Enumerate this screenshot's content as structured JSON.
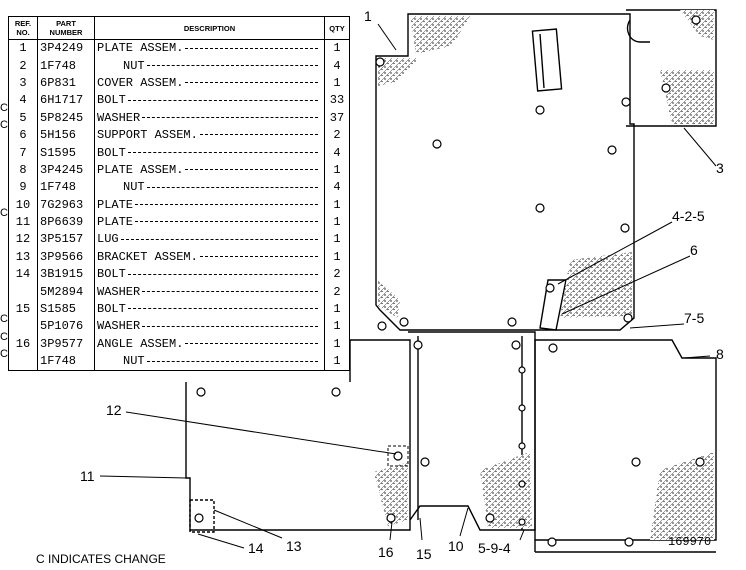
{
  "table": {
    "headers": {
      "ref": "REF. NO.",
      "part_number": "PART NUMBER",
      "description": "DESCRIPTION",
      "qty": "QTY"
    },
    "rows": [
      {
        "ref": "1",
        "part": "3P4249",
        "desc": "PLATE ASSEM.",
        "qty": "1",
        "indent": false
      },
      {
        "ref": "2",
        "part": "1F748",
        "desc": "NUT",
        "qty": "4",
        "indent": true
      },
      {
        "ref": "3",
        "part": "6P831",
        "desc": "COVER ASSEM.",
        "qty": "1",
        "indent": false
      },
      {
        "ref": "4",
        "part": "6H1717",
        "desc": "BOLT",
        "qty": "33",
        "indent": false,
        "change": "C"
      },
      {
        "ref": "5",
        "part": "5P8245",
        "desc": "WASHER",
        "qty": "37",
        "indent": false,
        "change": "C"
      },
      {
        "ref": "6",
        "part": "5H156",
        "desc": "SUPPORT ASSEM.",
        "qty": "2",
        "indent": false
      },
      {
        "ref": "7",
        "part": "S1595",
        "desc": "BOLT",
        "qty": "4",
        "indent": false
      },
      {
        "ref": "8",
        "part": "3P4245",
        "desc": "PLATE ASSEM.",
        "qty": "1",
        "indent": false
      },
      {
        "ref": "9",
        "part": "1F748",
        "desc": "NUT",
        "qty": "4",
        "indent": true
      },
      {
        "ref": "10",
        "part": "7G2963",
        "desc": "PLATE",
        "qty": "1",
        "indent": false,
        "change": "C"
      },
      {
        "ref": "11",
        "part": "8P6639",
        "desc": "PLATE",
        "qty": "1",
        "indent": false
      },
      {
        "ref": "12",
        "part": "3P5157",
        "desc": "LUG",
        "qty": "1",
        "indent": false
      },
      {
        "ref": "13",
        "part": "3P9566",
        "desc": "BRACKET ASSEM.",
        "qty": "1",
        "indent": false
      },
      {
        "ref": "14",
        "part": "3B1915",
        "desc": "BOLT",
        "qty": "2",
        "indent": false
      },
      {
        "ref": "",
        "part": "5M2894",
        "desc": "WASHER",
        "qty": "2",
        "indent": false
      },
      {
        "ref": "15",
        "part": "S1585",
        "desc": "BOLT",
        "qty": "1",
        "indent": false,
        "change": "C"
      },
      {
        "ref": "",
        "part": "5P1076",
        "desc": "WASHER",
        "qty": "1",
        "indent": false,
        "change": "C"
      },
      {
        "ref": "16",
        "part": "3P9577",
        "desc": "ANGLE ASSEM.",
        "qty": "1",
        "indent": false,
        "change": "C"
      },
      {
        "ref": "",
        "part": "1F748",
        "desc": "NUT",
        "qty": "1",
        "indent": true
      }
    ]
  },
  "callouts": [
    "1",
    "3",
    "4-2-5",
    "6",
    "7-5",
    "8",
    "12",
    "11",
    "13",
    "14",
    "16",
    "15",
    "10",
    "5-9-4"
  ],
  "legend": "C INDICATES CHANGE",
  "illustration_number": "169970"
}
